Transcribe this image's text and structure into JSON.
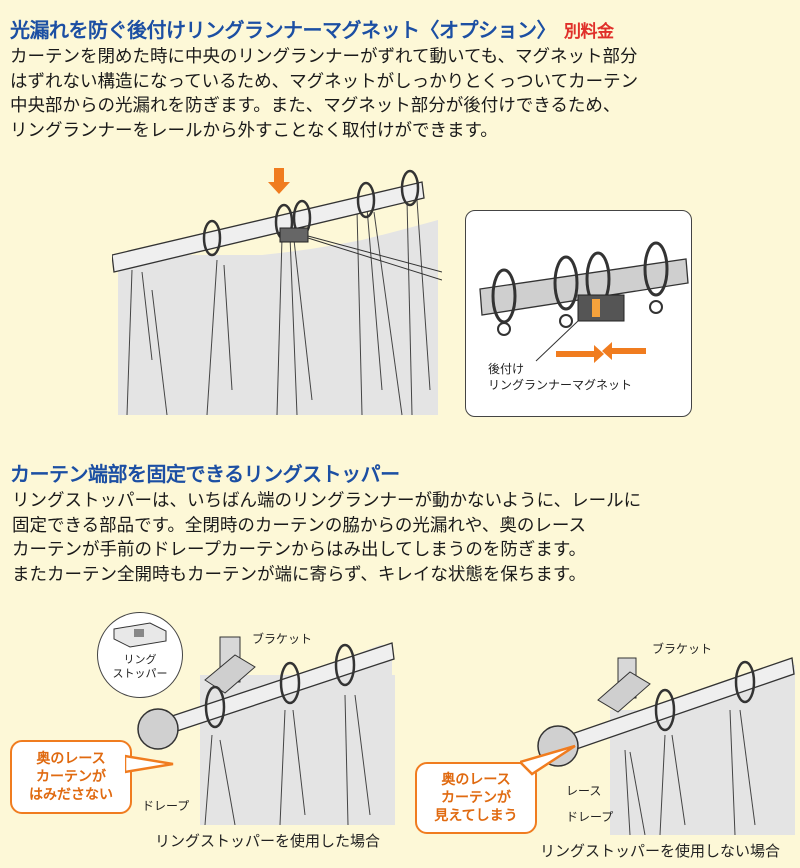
{
  "section1": {
    "title": "光漏れを防ぐ後付けリングランナーマグネット〈オプション〉",
    "extra": "別料金",
    "lines": [
      "カーテンを閉めた時に中央のリングランナーがずれて動いても、マグネット部分",
      "はずれない構造になっているため、マグネットがしっかりとくっついてカーテン",
      "中央部からの光漏れを防ぎます。また、マグネット部分が後付けできるため、",
      "リングランナーをレールから外すことなく取付けができます。"
    ],
    "inset_label": [
      "後付け",
      "リングランナーマグネット"
    ]
  },
  "section2": {
    "title": "カーテン端部を固定できるリングストッパー",
    "lines": [
      "リングストッパーは、いちばん端のリングランナーが動かないように、レールに",
      "固定できる部品です。全閉時のカーテンの脇からの光漏れや、奥のレース",
      "カーテンが手前のドレープカーテンからはみ出してしまうのを防ぎます。",
      "またカーテン全開時もカーテンが端に寄らず、キレイな状態を保ちます。"
    ],
    "left": {
      "stopper_label": [
        "リング",
        "ストッパー"
      ],
      "bracket_label": "ブラケット",
      "callout": [
        "奥のレース",
        "カーテンが",
        "はみださない"
      ],
      "drape_label": "ドレープ",
      "caption": "リングストッパーを使用した場合"
    },
    "right": {
      "bracket_label": "ブラケット",
      "callout": [
        "奥のレース",
        "カーテンが",
        "見えてしまう"
      ],
      "lace_label": "レース",
      "drape_label": "ドレープ",
      "caption": "リングストッパーを使用しない場合"
    }
  },
  "colors": {
    "heading": "#1c4fa3",
    "accent": "#e0302a",
    "orange": "#f07c1f",
    "background": "#fdf8d7",
    "panel": "#e4e4e4"
  }
}
